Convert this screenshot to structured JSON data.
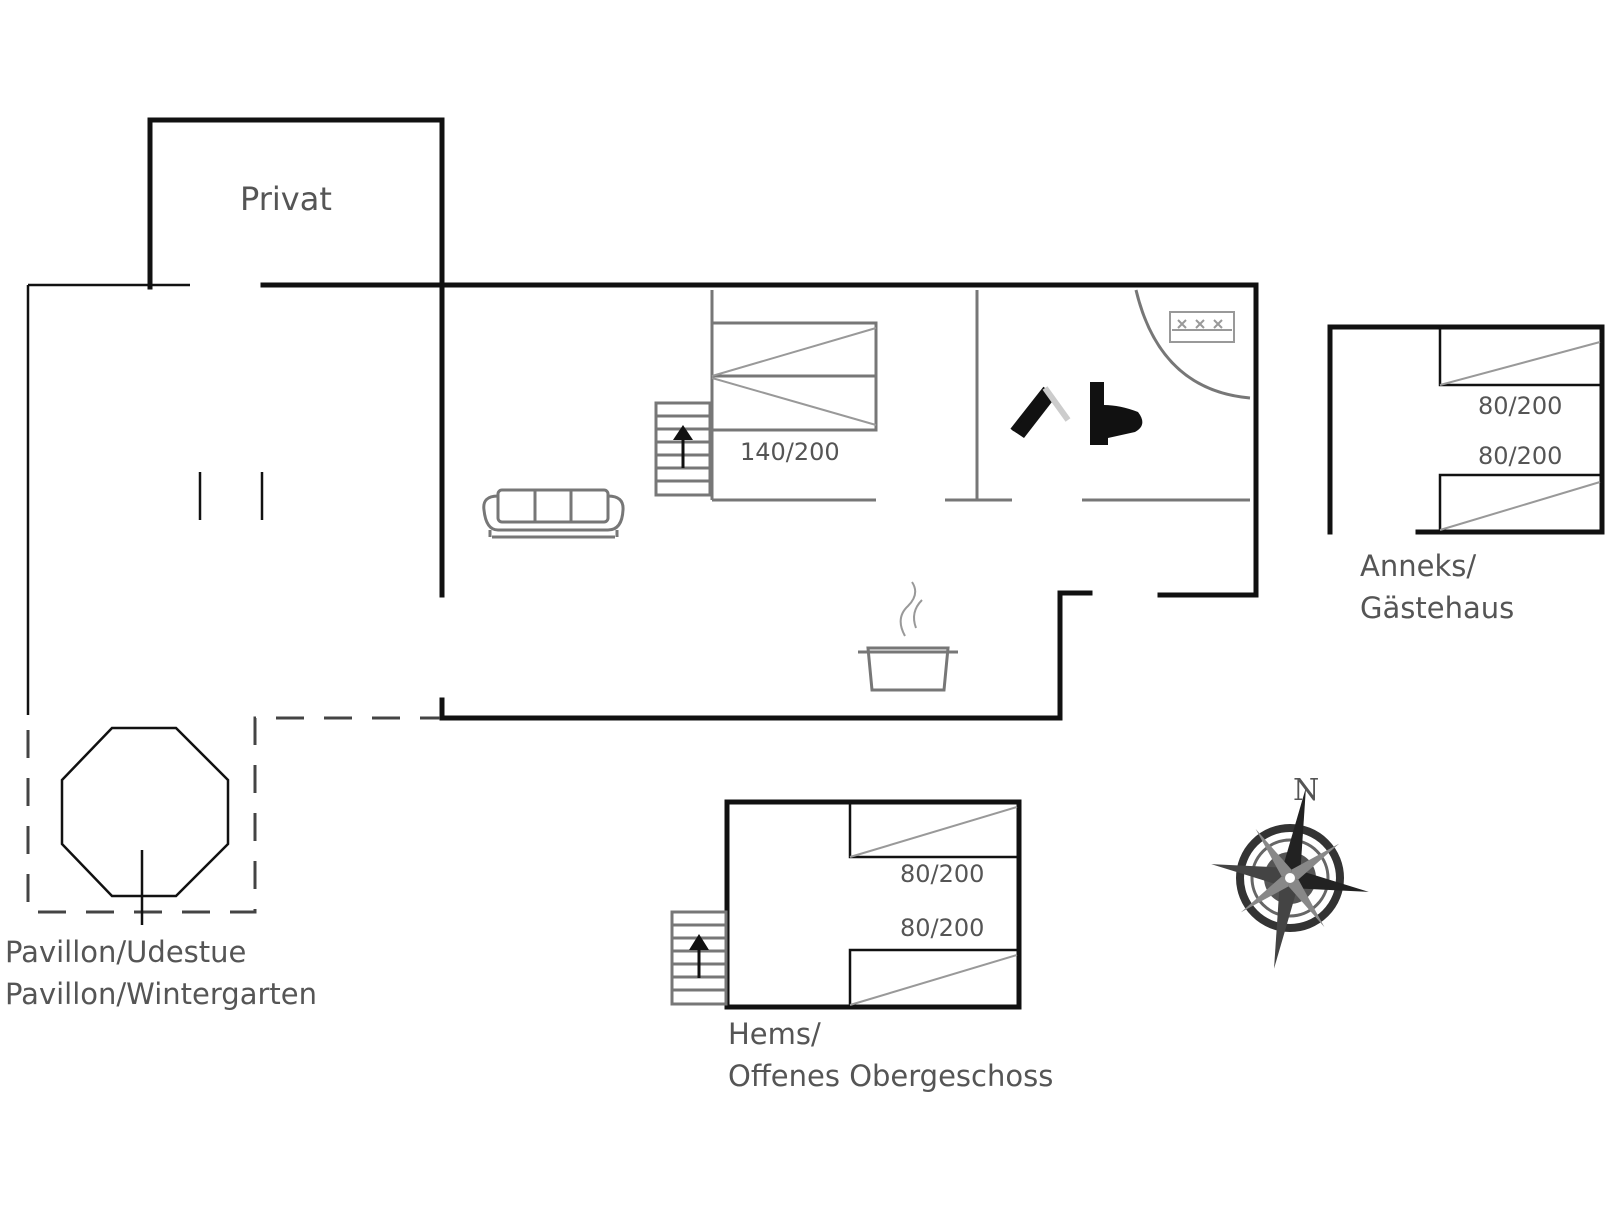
{
  "rooms": {
    "privat": "Privat",
    "pavilion_line1": "Pavillon/Udestue",
    "pavilion_line2": "Pavillon/Wintergarten",
    "annex_line1": "Anneks/",
    "annex_line2": "Gästehaus",
    "loft_line1": "Hems/",
    "loft_line2": "Offenes Obergeschoss"
  },
  "beds": {
    "main_bed": "140/200",
    "annex_bed_1": "80/200",
    "annex_bed_2": "80/200",
    "loft_bed_1": "80/200",
    "loft_bed_2": "80/200"
  },
  "compass": {
    "north_label": "N"
  }
}
